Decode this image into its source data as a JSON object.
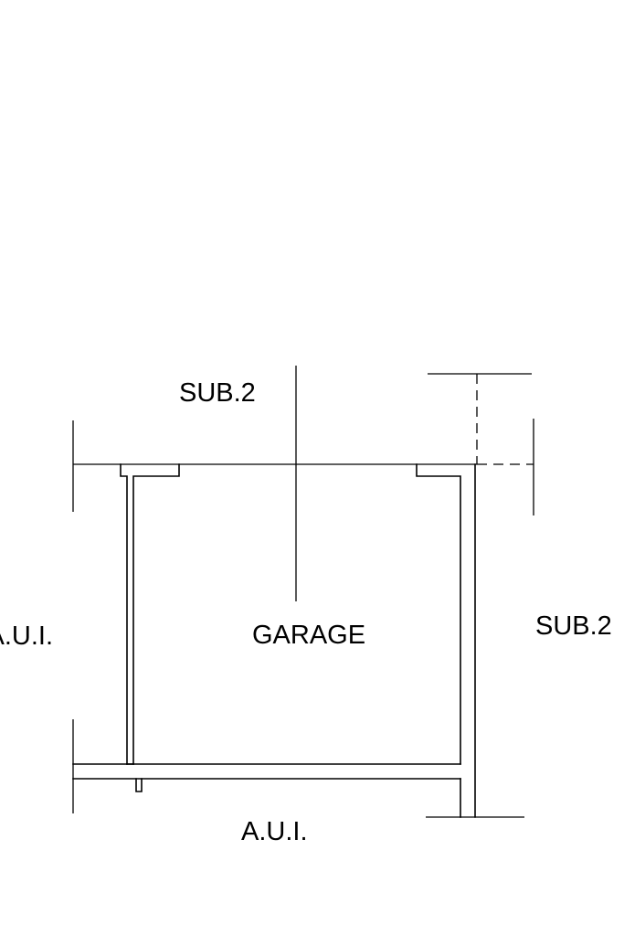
{
  "plan": {
    "labels": {
      "room": "GARAGE",
      "top": "SUB.2",
      "right": "SUB.2",
      "left": "A.U.I.",
      "bottom": "A.U.I."
    },
    "colors": {
      "line": "#000000",
      "background": "#ffffff"
    }
  }
}
